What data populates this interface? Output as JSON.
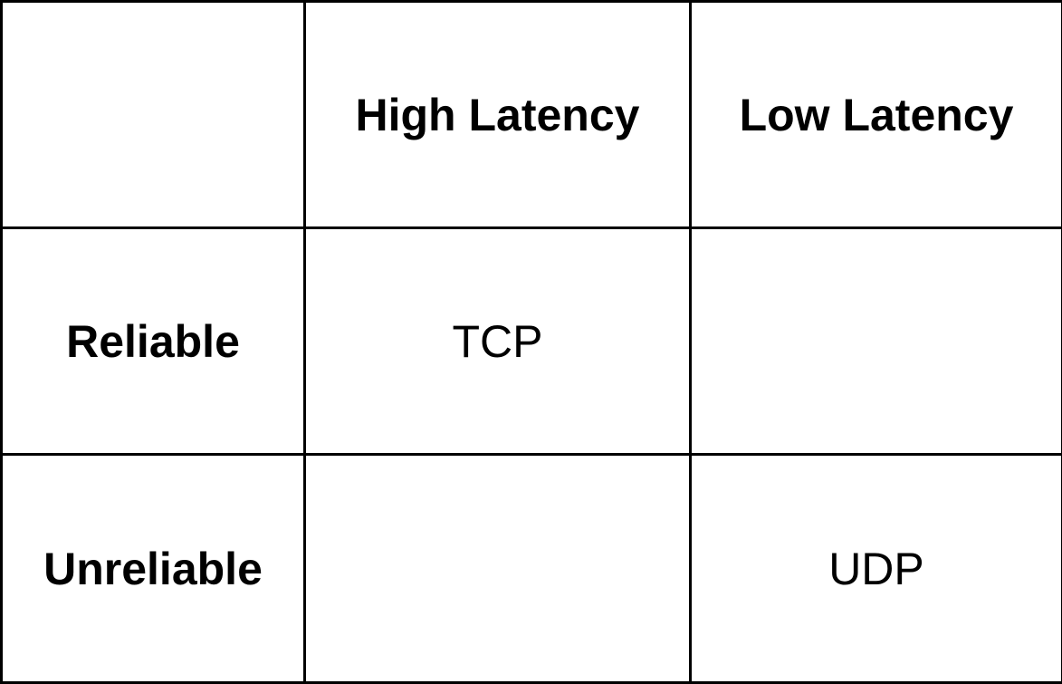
{
  "matrix": {
    "column_headers": [
      "",
      "High Latency",
      "Low Latency"
    ],
    "rows": [
      {
        "label": "Reliable",
        "cells": [
          "TCP",
          ""
        ]
      },
      {
        "label": "Unreliable",
        "cells": [
          "",
          "UDP"
        ]
      }
    ]
  },
  "colors": {
    "background": "#ffffff",
    "lines": "#000000",
    "text": "#000000"
  }
}
